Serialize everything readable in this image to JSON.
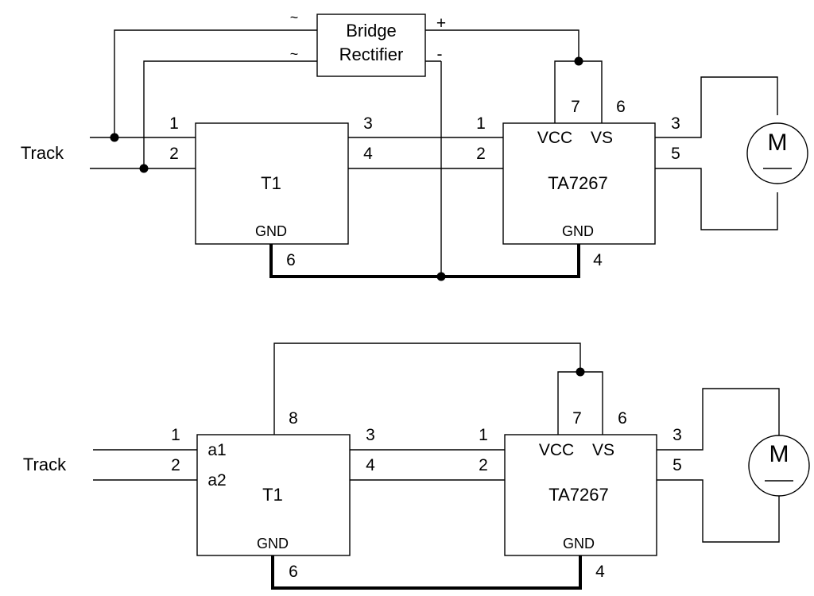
{
  "top": {
    "track": "Track",
    "rectifier": {
      "line1": "Bridge",
      "line2": "Rectifier",
      "ac1": "~",
      "ac2": "~",
      "plus": "+",
      "minus": "-"
    },
    "t1": {
      "name": "T1",
      "gnd": "GND",
      "pin1": "1",
      "pin2": "2",
      "pin3": "3",
      "pin4": "4",
      "pin6": "6"
    },
    "driver": {
      "name": "TA7267",
      "vcc": "VCC",
      "vs": "VS",
      "gnd": "GND",
      "pin1": "1",
      "pin2": "2",
      "pin3": "3",
      "pin4": "4",
      "pin5": "5",
      "pin6": "6",
      "pin7": "7"
    },
    "motor": "M"
  },
  "bottom": {
    "track": "Track",
    "t1": {
      "name": "T1",
      "gnd": "GND",
      "a1": "a1",
      "a2": "a2",
      "pin1": "1",
      "pin2": "2",
      "pin3": "3",
      "pin4": "4",
      "pin6": "6",
      "pin8": "8"
    },
    "driver": {
      "name": "TA7267",
      "vcc": "VCC",
      "vs": "VS",
      "gnd": "GND",
      "pin1": "1",
      "pin2": "2",
      "pin3": "3",
      "pin4": "4",
      "pin5": "5",
      "pin6": "6",
      "pin7": "7"
    },
    "motor": "M"
  }
}
